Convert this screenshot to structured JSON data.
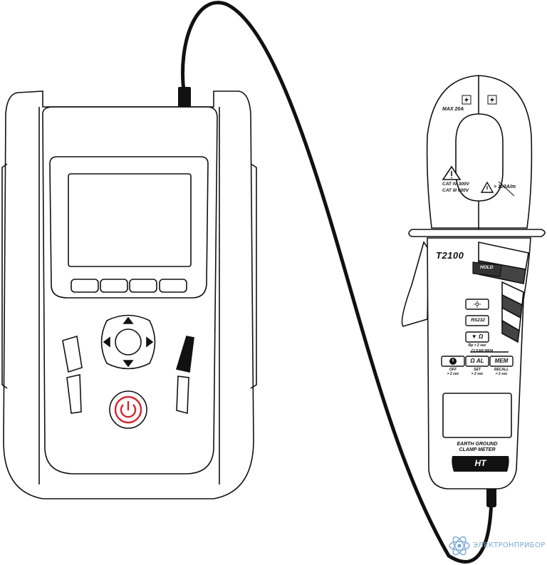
{
  "clamp": {
    "model": "T2100",
    "max_current": "MAX 20A",
    "cat_line1": "CAT IV 300V",
    "cat_line2": "CAT III 600V",
    "field_warning": "> 100A/m",
    "hold_label": "HOLD",
    "rs232_label": "RS232",
    "omega_down_label": "▼ Ω",
    "omega_down_sub": "Rp > 2 sec",
    "clear_mem_label": "CLEAR MEM",
    "power_sub1": "OFF",
    "power_sub2": "> 2 sec",
    "omega_al_label": "Ω AL",
    "omega_al_sub1": "SET",
    "omega_al_sub2": "> 2 sec",
    "mem_label": "MEM",
    "mem_sub1": "RECALL",
    "mem_sub2": "> 2 sec",
    "title_line1": "EARTH GROUND",
    "title_line2": "CLAMP METER",
    "brand": "HT"
  },
  "watermark": {
    "text": "ЭЛЕКТРОНПРИБОР"
  },
  "icons": {
    "tester_power": "power-icon",
    "clamp_backlight": "backlight-icon",
    "warning": "warning-triangle-icon",
    "lightning": "lightning-icon"
  },
  "colors": {
    "outline": "#111111",
    "power_red": "#d6262b",
    "watermark": "#7aa7d6"
  }
}
